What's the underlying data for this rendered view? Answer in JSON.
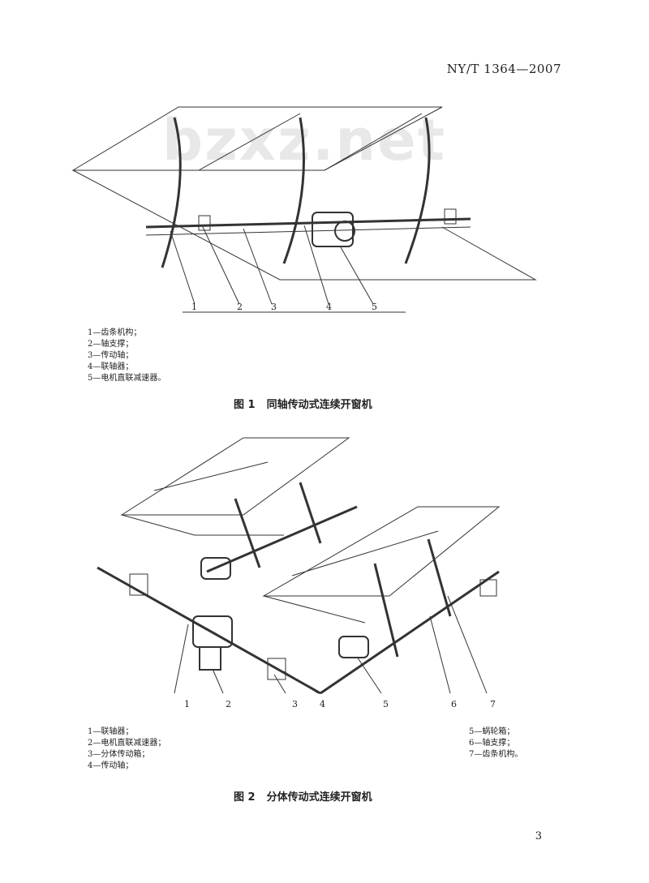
{
  "header": {
    "standard_code": "NY/T 1364—2007"
  },
  "watermark": "bzxz.net",
  "figure1": {
    "callouts": [
      "1",
      "2",
      "3",
      "4",
      "5"
    ],
    "legend": [
      "1—齿条机构；",
      "2—轴支撑；",
      "3—传动轴；",
      "4—联轴器；",
      "5—电机直联减速器。"
    ],
    "caption_number": "图 1",
    "caption_title": "同轴传动式连续开窗机"
  },
  "figure2": {
    "callouts": [
      "1",
      "2",
      "3",
      "4",
      "5",
      "6",
      "7"
    ],
    "legend_left": [
      "1—联轴器；",
      "2—电机直联减速器；",
      "3—分体传动箱；",
      "4—传动轴；"
    ],
    "legend_right": [
      "5—蜗轮箱；",
      "6—轴支撑；",
      "7—齿条机构。"
    ],
    "caption_number": "图 2",
    "caption_title": "分体传动式连续开窗机"
  },
  "footer": {
    "page_number": "3"
  }
}
